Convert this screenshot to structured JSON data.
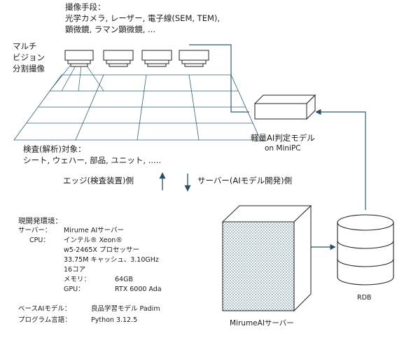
{
  "imaging": {
    "heading": "撮像手段：",
    "line1": "光学カメラ, レーザー, 電子線(SEM, TEM),",
    "line2": "顕微鏡, ラマン顕微鏡, ..."
  },
  "multivision": {
    "line1": "マルチ",
    "line2": "ビジョン",
    "line3": "分割撮像"
  },
  "target": {
    "heading": "検査(解析)対象：",
    "items": "シート, ウェハー, 部品, ユニット, ....."
  },
  "edge_label": "エッジ(検査装置)側",
  "server_side_label": "サーバー(AIモデル開発)側",
  "minipc": {
    "line1": "軽量AI判定モデル",
    "line2": "on MiniPC"
  },
  "rdb_label": "RDB",
  "server_label": "MirumeAIサーバー",
  "env": {
    "heading": "現開発環境：",
    "server_key": "サーバー：",
    "server_val": "Mirume AIサーバー",
    "cpu_key": "CPU：",
    "cpu_val1": "インテル® Xeon®",
    "cpu_val2": "w5-2465X プロセッサー",
    "cpu_val3": "33.75M キャッシュ、3.10GHz",
    "cpu_val4": "16コア",
    "mem_key": "メモリ：",
    "mem_val": "64GB",
    "gpu_key": "GPU：",
    "gpu_val": "RTX 6000 Ada",
    "base_key": "ベースAIモデル：",
    "base_val": "良品学習モデル Padim",
    "lang_key": "プログラム言語：",
    "lang_val": "Python 3.12.5"
  },
  "colors": {
    "line": "#2f5f72",
    "arrow": "#2a4f63",
    "stroke": "#222222"
  }
}
